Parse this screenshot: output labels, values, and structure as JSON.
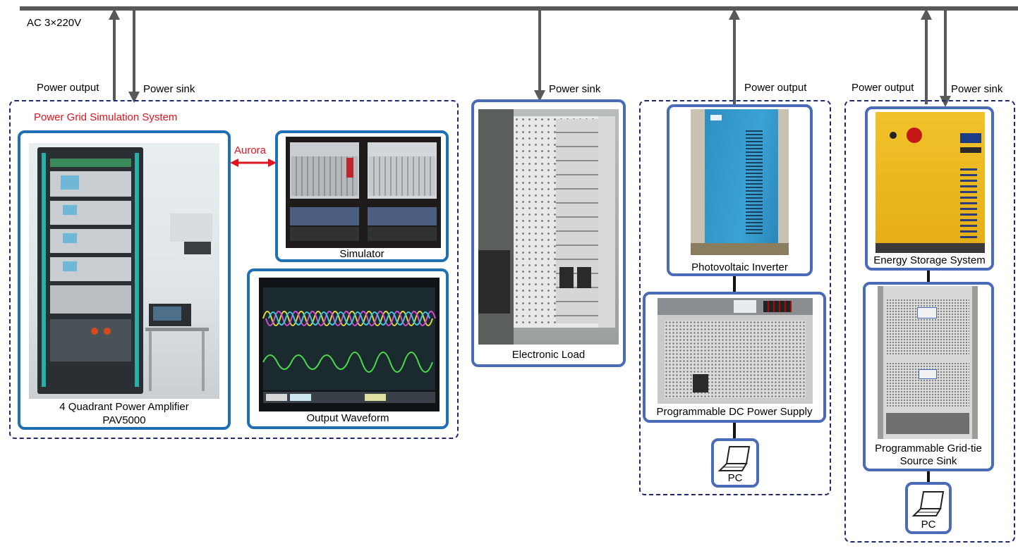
{
  "bus": {
    "label": "AC 3×220V"
  },
  "labels": {
    "power_output": "Power output",
    "power_sink": "Power sink"
  },
  "grid_sim": {
    "title": "Power Grid Simulation System",
    "amplifier_label_line1": "4 Quadrant Power Amplifier",
    "amplifier_label_line2": "PAV5000",
    "aurora": "Aurora",
    "simulator_label": "Simulator",
    "waveform_label": "Output Waveform"
  },
  "electronic_load": {
    "label": "Electronic Load"
  },
  "pv_group": {
    "inverter_label": "Photovoltaic Inverter",
    "dc_supply_label": "Programmable DC Power Supply",
    "pc_label": "PC"
  },
  "storage_group": {
    "storage_label": "Energy Storage System",
    "grid_tie_line1": "Programmable Grid-tie",
    "grid_tie_line2": "Source Sink",
    "pc_label": "PC"
  },
  "colors": {
    "bus": "#595959",
    "dashed_border": "#1f2a6e",
    "box_border_blue": "#1f6fb5",
    "box_border_purple": "#4a6cb8",
    "accent_red": "#e0141e"
  }
}
